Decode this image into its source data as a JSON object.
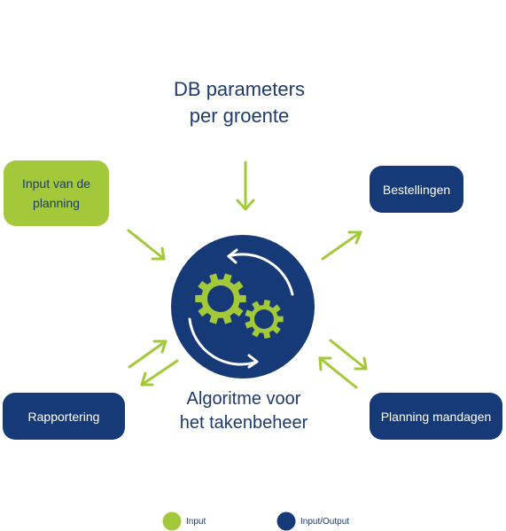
{
  "title": {
    "line1": "DB parameters",
    "line2": "per groente"
  },
  "nodes": {
    "input": {
      "line1": "Input van de",
      "line2": "planning"
    },
    "bestellingen": "Bestellingen",
    "rapportering": "Rapportering",
    "planning_mandagen": "Planning mandagen"
  },
  "center": {
    "line1": "Algoritme voor",
    "line2": "het takenbeheer"
  },
  "legend": [
    {
      "label": "Input",
      "color": "#a3c93a"
    },
    {
      "label": "Input/Output",
      "color": "#163a78"
    }
  ],
  "colors": {
    "green": "#a3c93a",
    "navy": "#163a78",
    "text": "#1d3b6e"
  }
}
